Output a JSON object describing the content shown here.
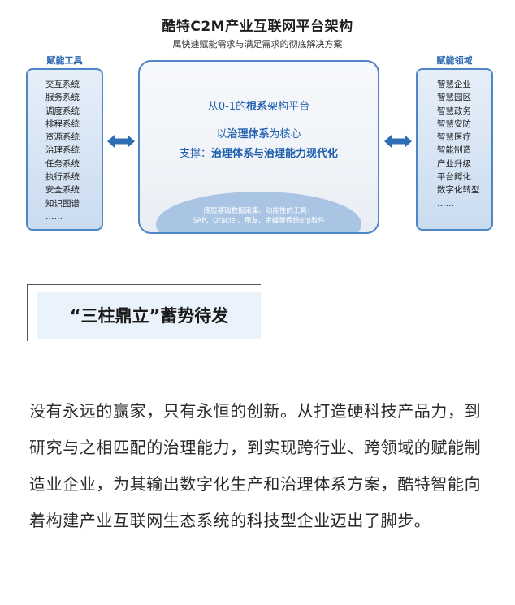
{
  "diagram": {
    "title": "酷特C2M产业互联网平台架构",
    "subtitle": "属快速赋能需求与满足需求的彻底解决方案",
    "left_panel": {
      "title": "赋能工具",
      "items": [
        "交互系统",
        "服务系统",
        "调度系统",
        "排程系统",
        "资源系统",
        "治理系统",
        "任务系统",
        "执行系统",
        "安全系统",
        "知识图谱",
        "……"
      ]
    },
    "right_panel": {
      "title": "赋能领域",
      "items": [
        "智慧企业",
        "智慧园区",
        "智慧政务",
        "智慧安防",
        "智慧医疗",
        "智能制造",
        "产业升级",
        "平台孵化",
        "数字化转型",
        "……"
      ]
    },
    "center": {
      "line1_pre": "从0-1的",
      "line1_bold": "根系",
      "line1_post": "架构平台",
      "line2_pre": "以",
      "line2_bold": "治理体系",
      "line2_post": "为核心",
      "line3_pre": "支撑：",
      "line3_bold": "治理体系与治理能力现代化",
      "base_line1": "底层基础数据采集、功能性的工具；",
      "base_line2": "SAP、Oracle 、用友、金蝶等传统erp软件"
    },
    "colors": {
      "accent": "#1f5fae",
      "border": "#4f86c6",
      "arrow": "#2f6db5"
    }
  },
  "section": {
    "heading": "“三柱鼎立”蓄势待发"
  },
  "body": {
    "paragraph": "没有永远的赢家，只有永恒的创新。从打造硬科技产品力，到研究与之相匹配的治理能力，到实现跨行业、跨领域的赋能制造业企业，为其输出数字化生产和治理体系方案，酷特智能向着构建产业互联网生态系统的科技型企业迈出了脚步。"
  }
}
